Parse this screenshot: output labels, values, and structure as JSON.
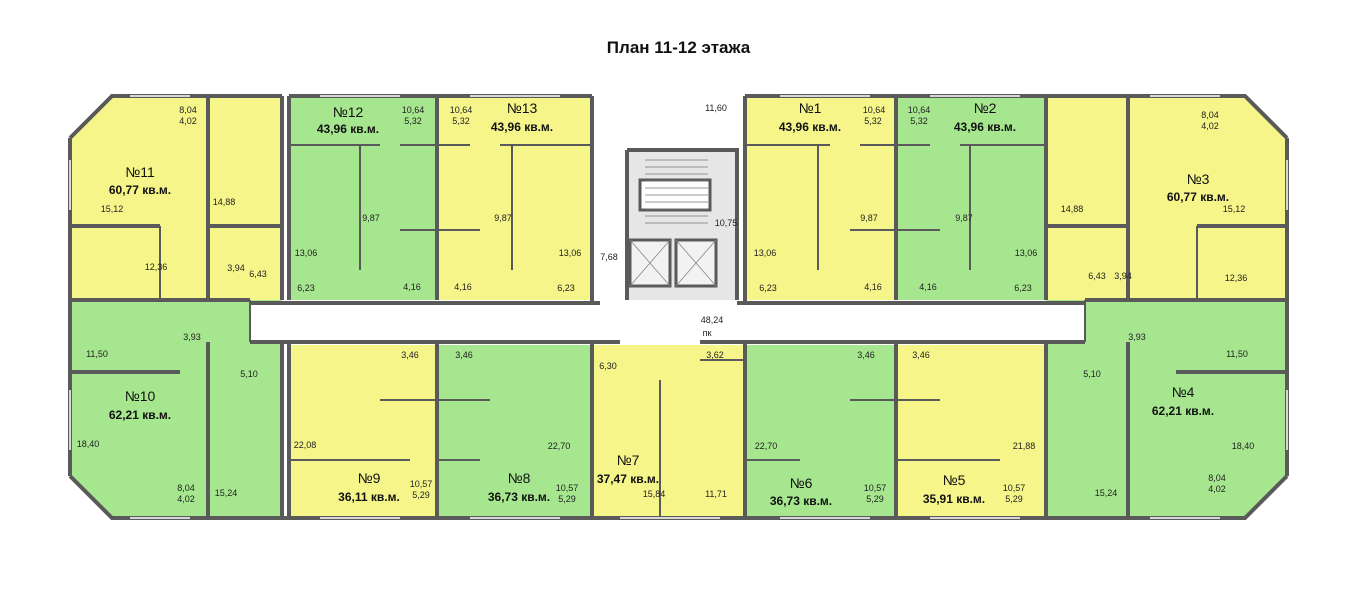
{
  "title": "План 11-12 этажа",
  "colors": {
    "yellow": "#f5f58a",
    "green": "#a6e68f",
    "wall": "#5a5a5a",
    "corridor": "#ffffff",
    "gray": "#e6e6e6"
  },
  "apartments": [
    {
      "num": "№11",
      "area": "60,77 кв.м.",
      "color": "yellow"
    },
    {
      "num": "№12",
      "area": "43,96 кв.м.",
      "color": "green"
    },
    {
      "num": "№13",
      "area": "43,96 кв.м.",
      "color": "yellow"
    },
    {
      "num": "№1",
      "area": "43,96 кв.м.",
      "color": "yellow"
    },
    {
      "num": "№2",
      "area": "43,96 кв.м.",
      "color": "green"
    },
    {
      "num": "№3",
      "area": "60,77 кв.м.",
      "color": "yellow"
    },
    {
      "num": "№10",
      "area": "62,21 кв.м.",
      "color": "green"
    },
    {
      "num": "№9",
      "area": "36,11 кв.м.",
      "color": "yellow"
    },
    {
      "num": "№8",
      "area": "36,73 кв.м.",
      "color": "green"
    },
    {
      "num": "№7",
      "area": "37,47 кв.м.",
      "color": "yellow"
    },
    {
      "num": "№6",
      "area": "36,73 кв.м.",
      "color": "green"
    },
    {
      "num": "№5",
      "area": "35,91 кв.м.",
      "color": "yellow"
    },
    {
      "num": "№4",
      "area": "62,21 кв.м.",
      "color": "green"
    }
  ],
  "room_areas": [
    "8,04",
    "4,02",
    "15,12",
    "14,88",
    "12,36",
    "3,94",
    "6,43",
    "3,93",
    "10,64",
    "5,32",
    "13,06",
    "9,87",
    "6,23",
    "4,16",
    "10,64",
    "5,32",
    "9,87",
    "13,06",
    "6,23",
    "4,16",
    "11,60",
    "10,75",
    "7,68",
    "48,24",
    "пк",
    "10,64",
    "5,32",
    "13,06",
    "9,87",
    "6,23",
    "4,16",
    "10,64",
    "5,32",
    "9,87",
    "13,06",
    "6,23",
    "4,16",
    "8,04",
    "4,02",
    "14,88",
    "15,12",
    "6,43",
    "3,94",
    "12,36",
    "3,93",
    "11,50",
    "5,10",
    "18,40",
    "15,24",
    "8,04",
    "4,02",
    "3,46",
    "22,08",
    "10,57",
    "5,29",
    "3,46",
    "22,70",
    "10,57",
    "5,29",
    "6,30",
    "3,62",
    "15,84",
    "11,71",
    "3,46",
    "22,70",
    "10,57",
    "5,29",
    "3,46",
    "21,88",
    "10,57",
    "5,29",
    "11,50",
    "5,10",
    "18,40",
    "15,24",
    "8,04",
    "4,02"
  ]
}
